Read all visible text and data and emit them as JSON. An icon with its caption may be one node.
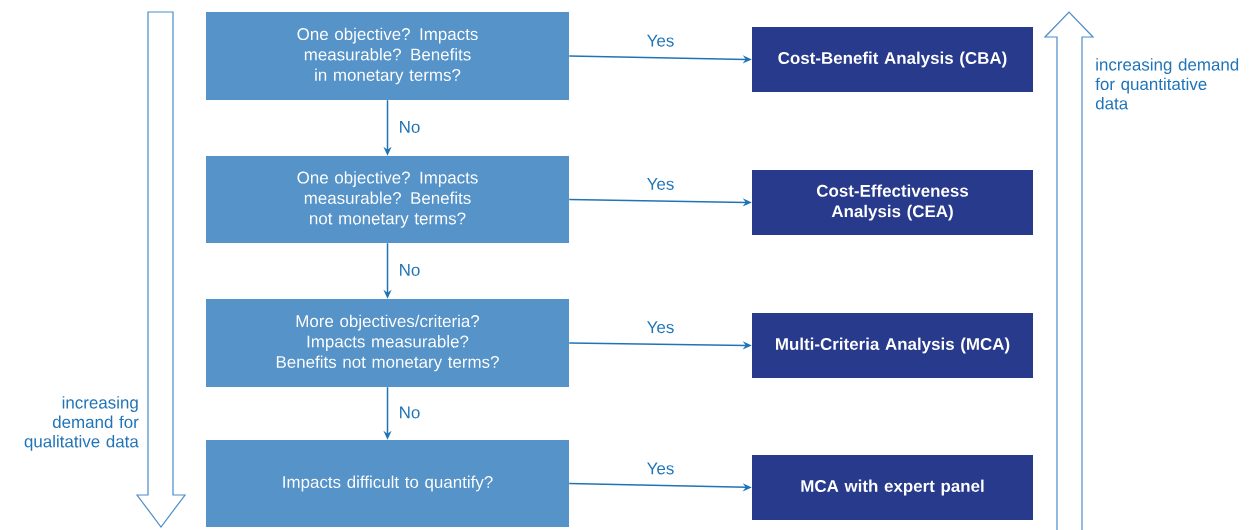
{
  "diagram": {
    "nodes": [
      {
        "text": [
          "One objective? Impacts measurable? Benefits in monetary terms?"
        ]
      },
      {
        "text": [
          "Cost-Benefit Analysis (CBA)"
        ]
      },
      {
        "text": [
          "One objective? Impacts measurable? Benefits not monetary terms?"
        ]
      },
      {
        "text": [
          "Cost-Effectiveness Analysis (CEA)"
        ]
      },
      {
        "text": [
          "More objectives/criteria? Impacts measurable? Benefits not monetary terms?"
        ]
      },
      {
        "text": [
          "Multi-Criteria Analysis (MCA)"
        ]
      },
      {
        "text": [
          "Impacts difficult to quantify?"
        ]
      },
      {
        "text": [
          "MCA with expert panel"
        ]
      }
    ],
    "edges": [
      {
        "from": 0,
        "to": 1,
        "arrow": "to",
        "label": "Yes"
      },
      {
        "from": 0,
        "to": 2,
        "arrow": "to",
        "label": "No"
      },
      {
        "from": 2,
        "to": 3,
        "arrow": "to",
        "label": "Yes"
      },
      {
        "from": 2,
        "to": 4,
        "arrow": "to",
        "label": "No"
      },
      {
        "from": 4,
        "to": 5,
        "arrow": "to",
        "label": "Yes"
      },
      {
        "from": 4,
        "to": 6,
        "arrow": "to",
        "label": "No"
      },
      {
        "from": 6,
        "to": 7,
        "arrow": "to",
        "label": "Yes"
      }
    ],
    "labels": [
      "increasing demand for quantitative data",
      "increasing demand for qualitative data"
    ]
  }
}
